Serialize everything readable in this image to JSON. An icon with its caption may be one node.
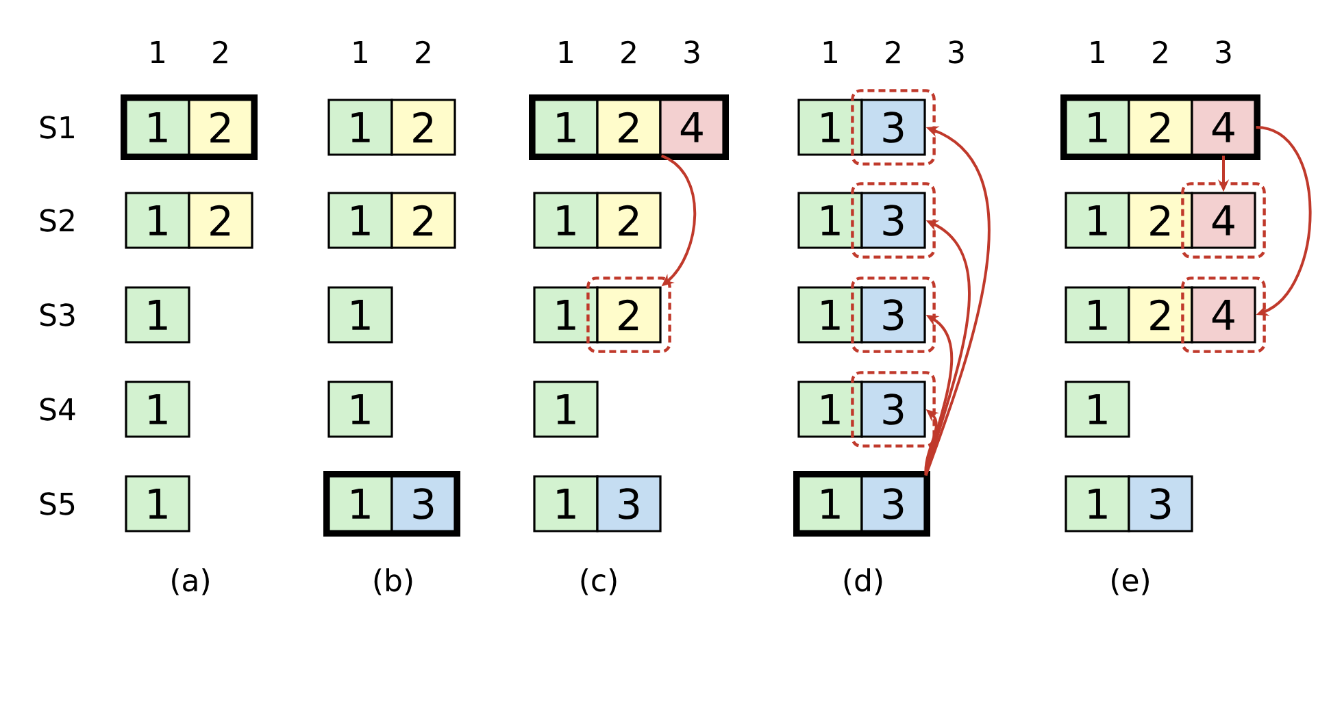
{
  "diagram": {
    "nodes": [
      {
        "text": [
          "1"
        ]
      },
      {
        "text": [
          "2"
        ]
      },
      {
        "text": [
          "1"
        ]
      },
      {
        "text": [
          "2"
        ]
      },
      {
        "text": [
          "1"
        ]
      },
      {
        "text": [
          "1"
        ]
      },
      {
        "text": [
          "1"
        ]
      },
      {
        "text": [
          "1"
        ]
      },
      {
        "text": [
          "2"
        ]
      },
      {
        "text": [
          "1"
        ]
      },
      {
        "text": [
          "2"
        ]
      },
      {
        "text": [
          "1"
        ]
      },
      {
        "text": [
          "1"
        ]
      },
      {
        "text": [
          "1"
        ]
      },
      {
        "text": [
          "3"
        ]
      },
      {
        "text": [
          "1"
        ]
      },
      {
        "text": [
          "2"
        ]
      },
      {
        "text": [
          "4"
        ]
      },
      {
        "text": [
          "1"
        ]
      },
      {
        "text": [
          "2"
        ]
      },
      {
        "text": [
          "1"
        ]
      },
      {
        "text": [
          "2"
        ]
      },
      {
        "text": [
          "1"
        ]
      },
      {
        "text": [
          "1"
        ]
      },
      {
        "text": [
          "3"
        ]
      },
      {
        "text": [
          "1"
        ]
      },
      {
        "text": [
          "3"
        ]
      },
      {
        "text": [
          "1"
        ]
      },
      {
        "text": [
          "3"
        ]
      },
      {
        "text": [
          "1"
        ]
      },
      {
        "text": [
          "3"
        ]
      },
      {
        "text": [
          "1"
        ]
      },
      {
        "text": [
          "3"
        ]
      },
      {
        "text": [
          "1"
        ]
      },
      {
        "text": [
          "3"
        ]
      },
      {
        "text": [
          "1"
        ]
      },
      {
        "text": [
          "2"
        ]
      },
      {
        "text": [
          "4"
        ]
      },
      {
        "text": [
          "1"
        ]
      },
      {
        "text": [
          "2"
        ]
      },
      {
        "text": [
          "4"
        ]
      },
      {
        "text": [
          "1"
        ]
      },
      {
        "text": [
          "2"
        ]
      },
      {
        "text": [
          "4"
        ]
      },
      {
        "text": [
          "1"
        ]
      },
      {
        "text": [
          "1"
        ]
      },
      {
        "text": [
          "3"
        ]
      }
    ],
    "edges": [
      {
        "from": 16,
        "to": 21,
        "arrow": "to"
      },
      {
        "from": 34,
        "to": 26,
        "arrow": "to"
      },
      {
        "from": 34,
        "to": 28,
        "arrow": "to"
      },
      {
        "from": 34,
        "to": 30,
        "arrow": "to"
      },
      {
        "from": 34,
        "to": 32,
        "arrow": "to"
      },
      {
        "from": 37,
        "to": 40,
        "arrow": "to"
      },
      {
        "from": 37,
        "to": 43,
        "arrow": "to"
      }
    ],
    "labels": [
      "1",
      "2",
      "1",
      "2",
      "1",
      "2",
      "3",
      "1",
      "2",
      "3",
      "1",
      "2",
      "3",
      "S1",
      "S2",
      "S3",
      "S4",
      "S5",
      "(a)",
      "(b)",
      "(c)",
      "(d)",
      "(e)"
    ]
  }
}
